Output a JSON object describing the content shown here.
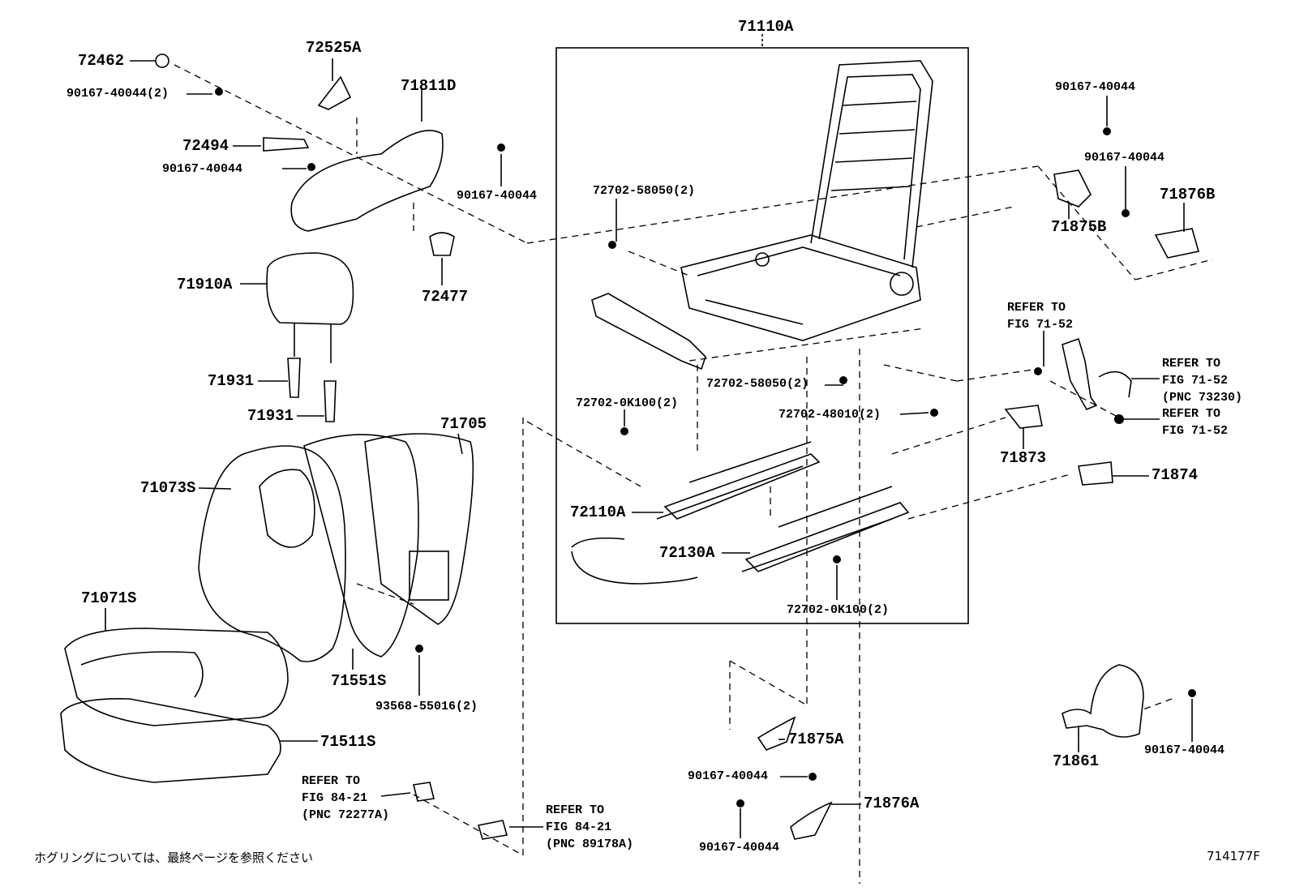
{
  "diagram": {
    "frame_label": "71110A",
    "labels": [
      "72462",
      "90167-40044(2)",
      "72525A",
      "71811D",
      "72494",
      "90167-40044",
      "90167-40044",
      "72477",
      "71910A",
      "71931",
      "71931",
      "71705",
      "71073S",
      "71071S",
      "71551S",
      "93568-55016(2)",
      "71511S",
      "72702-58050(2)",
      "72702-58050(2)",
      "72702-0K100(2)",
      "72702-48010(2)",
      "72110A",
      "72130A",
      "72702-0K100(2)",
      "71875A",
      "90167-40044",
      "71876A",
      "90167-40044",
      "90167-40044",
      "90167-40044",
      "71876B",
      "71875B",
      "71873",
      "71874",
      "71861",
      "90167-40044"
    ],
    "references": [
      {
        "line1": "REFER TO",
        "line2": "FIG 84-21",
        "line3": "(PNC 72277A)"
      },
      {
        "line1": "REFER TO",
        "line2": "FIG 84-21",
        "line3": "(PNC 89178A)"
      },
      {
        "line1": "REFER TO",
        "line2": "FIG 71-52"
      },
      {
        "line1": "REFER TO",
        "line2": "FIG 71-52",
        "line3": "(PNC 73230)"
      },
      {
        "line1": "REFER TO",
        "line2": "FIG 71-52"
      }
    ],
    "note": "ホグリングについては、最終ページを参照ください",
    "figure_code": "714177F"
  }
}
